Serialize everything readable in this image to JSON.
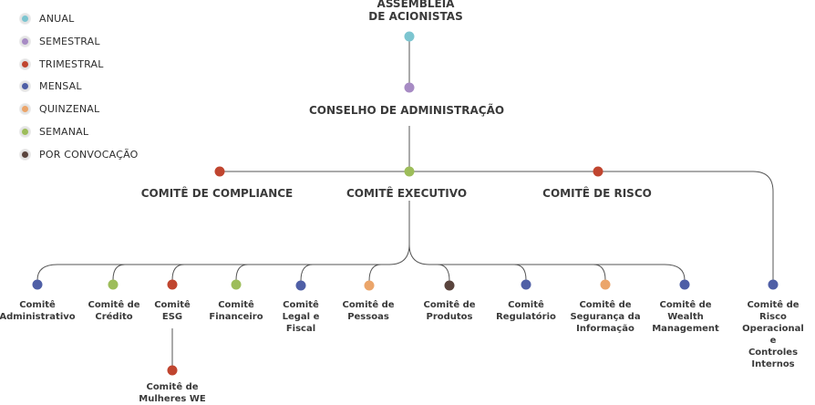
{
  "colors": {
    "anual": "#7cc5d0",
    "semestral": "#a78bc4",
    "trimestral": "#c0452f",
    "mensal": "#4f5fa6",
    "quinzenal": "#eba56a",
    "semanal": "#9dbd5a",
    "convocacao": "#5a443d",
    "line": "#555555"
  },
  "legend": [
    {
      "label": "ANUAL",
      "color": "#7cc5d0"
    },
    {
      "label": "SEMESTRAL",
      "color": "#a78bc4"
    },
    {
      "label": "TRIMESTRAL",
      "color": "#c0452f"
    },
    {
      "label": "MENSAL",
      "color": "#4f5fa6"
    },
    {
      "label": "QUINZENAL",
      "color": "#eba56a"
    },
    {
      "label": "SEMANAL",
      "color": "#9dbd5a"
    },
    {
      "label": "POR CONVOCAÇÃO",
      "color": "#5a443d"
    }
  ],
  "nodes": {
    "assembleia": {
      "label": "ASSEMBLEIA\nDE ACIONISTAS",
      "color": "#7cc5d0"
    },
    "conselho": {
      "label": "CONSELHO DE ADMINISTRAÇÃO",
      "color": "#a78bc4"
    },
    "compliance": {
      "label": "COMITÊ DE COMPLIANCE",
      "color": "#c0452f"
    },
    "executivo": {
      "label": "COMITÊ EXECUTIVO",
      "color": "#9dbd5a"
    },
    "risco": {
      "label": "COMITÊ DE RISCO",
      "color": "#c0452f"
    },
    "administrativo": {
      "label": "Comitê\nAdministrativo",
      "color": "#4f5fa6"
    },
    "credito": {
      "label": "Comitê de\nCrédito",
      "color": "#9dbd5a"
    },
    "esg": {
      "label": "Comitê\nESG",
      "color": "#c0452f"
    },
    "financeiro": {
      "label": "Comitê\nFinanceiro",
      "color": "#9dbd5a"
    },
    "legal": {
      "label": "Comitê\nLegal e\nFiscal",
      "color": "#4f5fa6"
    },
    "pessoas": {
      "label": "Comitê de\nPessoas",
      "color": "#eba56a"
    },
    "produtos": {
      "label": "Comitê de\nProdutos",
      "color": "#5a443d"
    },
    "regulatorio": {
      "label": "Comitê\nRegulatório",
      "color": "#4f5fa6"
    },
    "seguranca": {
      "label": "Comitê de\nSegurança da\nInformação",
      "color": "#eba56a"
    },
    "wealth": {
      "label": "Comitê de\nWealth\nManagement",
      "color": "#4f5fa6"
    },
    "risco_operacional": {
      "label": "Comitê de Risco\nOperacional e\nControles\nInternos",
      "color": "#4f5fa6"
    },
    "mulheres": {
      "label": "Comitê de\nMulheres WE",
      "color": "#c0452f"
    }
  }
}
